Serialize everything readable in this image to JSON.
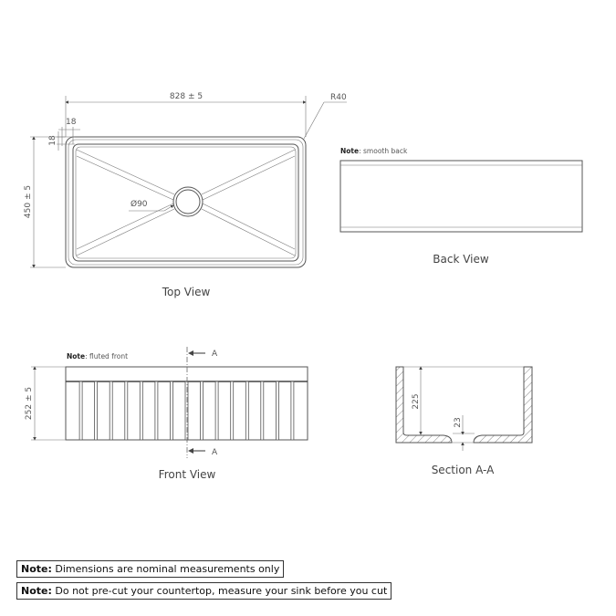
{
  "top_view": {
    "title": "Top View",
    "width_dim": "828 ± 5",
    "depth_dim": "450 ± 5",
    "radius_dim": "R40",
    "rim_x_dim": "18",
    "rim_y_dim": "18",
    "drain_dim": "Ø90"
  },
  "back_view": {
    "title": "Back View",
    "note_label": "Note",
    "note_text": ": smooth back"
  },
  "front_view": {
    "title": "Front View",
    "note_label": "Note",
    "note_text": ": fluted front",
    "height_dim": "252 ± 5",
    "section_mark_top": "A",
    "section_mark_bottom": "A",
    "flute_count": 15
  },
  "section_view": {
    "title": "Section A-A",
    "inner_depth_dim": "225",
    "drain_recess_dim": "23"
  },
  "notes": [
    {
      "label": "Note:",
      "text": " Dimensions are nominal measurements only"
    },
    {
      "label": "Note:",
      "text": " Do not pre-cut your countertop, measure your sink before you cut"
    }
  ]
}
